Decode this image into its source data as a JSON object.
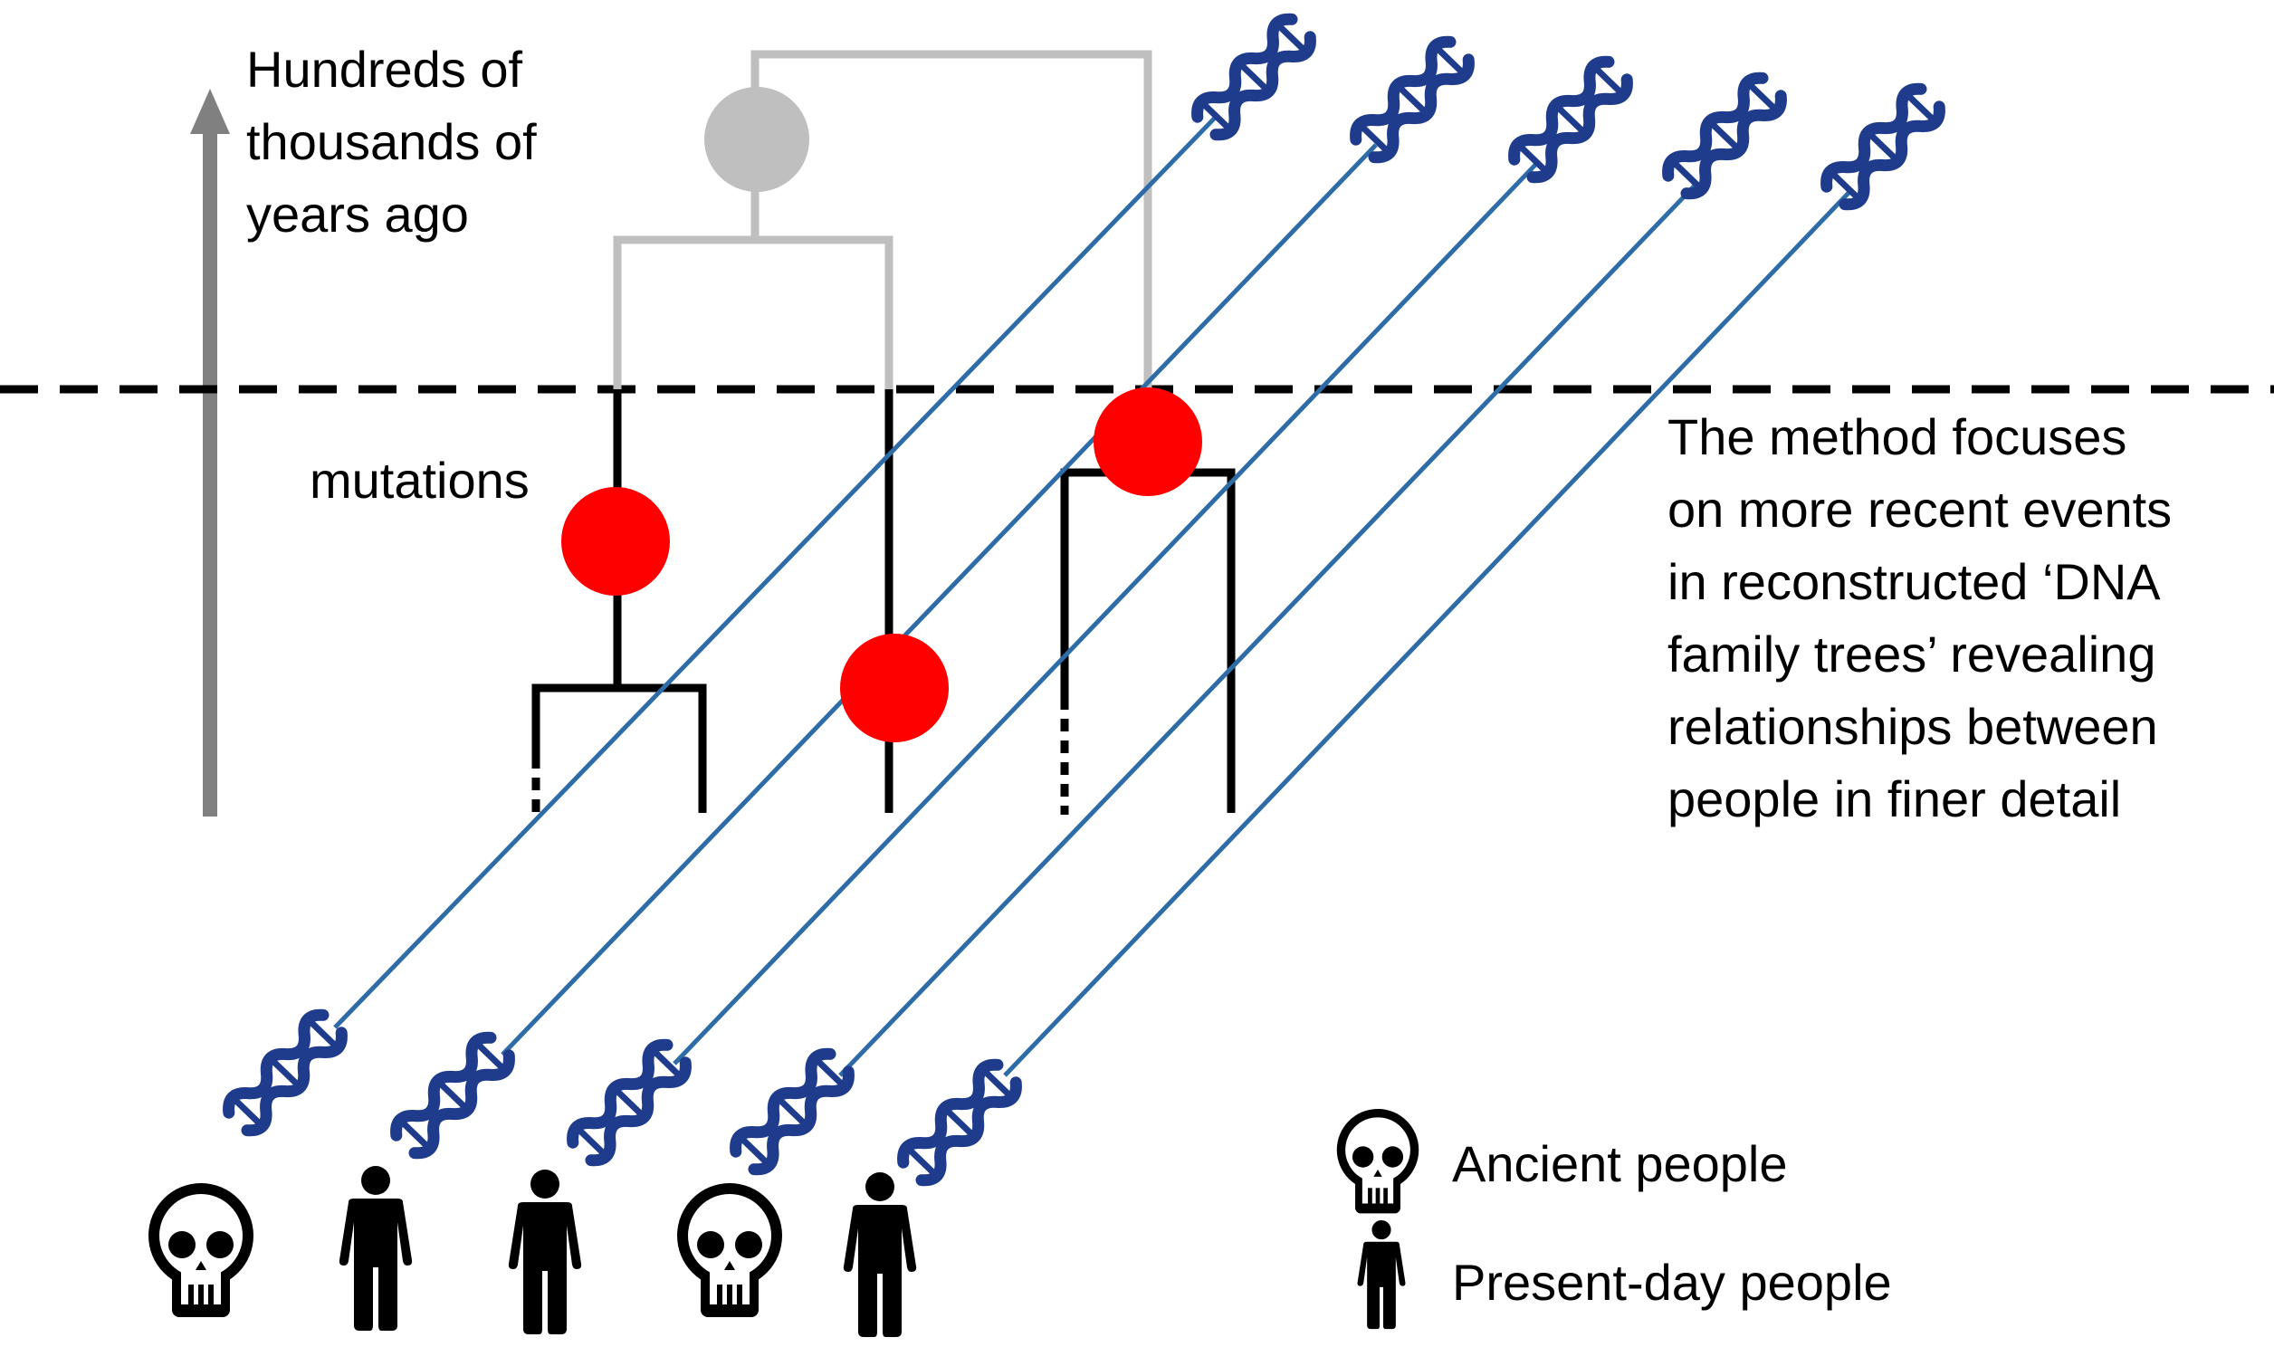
{
  "axis": {
    "label_lines": [
      "Hundreds of",
      "thousands of",
      "years ago"
    ]
  },
  "tree": {
    "mutations_label": "mutations"
  },
  "annotation": {
    "lines": [
      "The method focuses",
      "on more recent events",
      "in reconstructed ‘DNA",
      "family trees’ revealing",
      "relationships between",
      "people in finer detail"
    ]
  },
  "legend": {
    "ancient_label": "Ancient people",
    "present_label": "Present-day people",
    "ancient_icon": "skull-icon",
    "present_icon": "person-icon"
  },
  "people": [
    "ancient",
    "present",
    "present",
    "ancient",
    "present"
  ],
  "colors": {
    "mutation": "#ff0000",
    "dna": "#1f3b8c",
    "lineage": "#2e6ca8",
    "tree_recent": "#000000",
    "tree_ancient": "#bfbfbf",
    "time_arrow": "#808080",
    "cutoff_line": "#000000"
  }
}
